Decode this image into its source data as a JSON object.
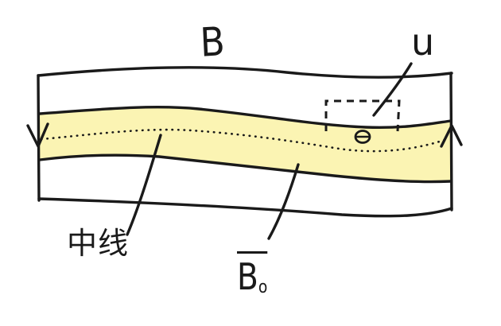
{
  "labels": {
    "field_b": "B",
    "velocity_u": "u",
    "mid_line": "中线",
    "mean_field": "B",
    "mean_field_sub": "o"
  },
  "colors": {
    "band_fill": "#fbf4b3",
    "ink": "#1a1a1a"
  }
}
